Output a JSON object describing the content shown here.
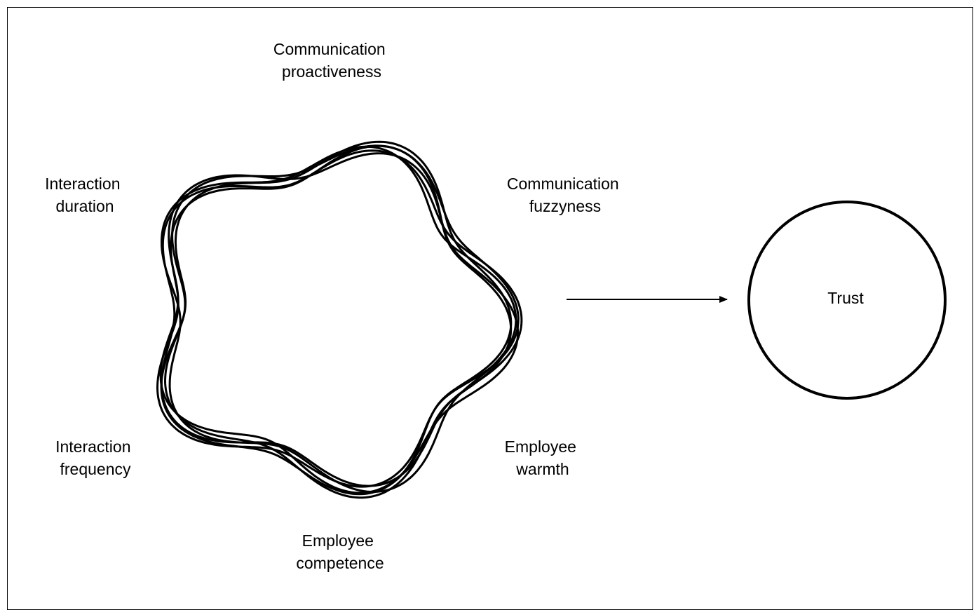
{
  "factors": [
    {
      "id": "communication-proactiveness",
      "lines": [
        "Communication",
        "proactiveness"
      ]
    },
    {
      "id": "communication-fuzzyness",
      "lines": [
        "Communication",
        "fuzzyness"
      ]
    },
    {
      "id": "employee-warmth",
      "lines": [
        "Employee",
        "warmth"
      ]
    },
    {
      "id": "employee-competence",
      "lines": [
        "Employee",
        "competence"
      ]
    },
    {
      "id": "interaction-frequency",
      "lines": [
        "Interaction",
        "frequency"
      ]
    },
    {
      "id": "interaction-duration",
      "lines": [
        "Interaction",
        "duration"
      ]
    }
  ],
  "outcome": {
    "label": "Trust"
  },
  "colors": {
    "stroke": "#000000",
    "background": "#ffffff"
  }
}
